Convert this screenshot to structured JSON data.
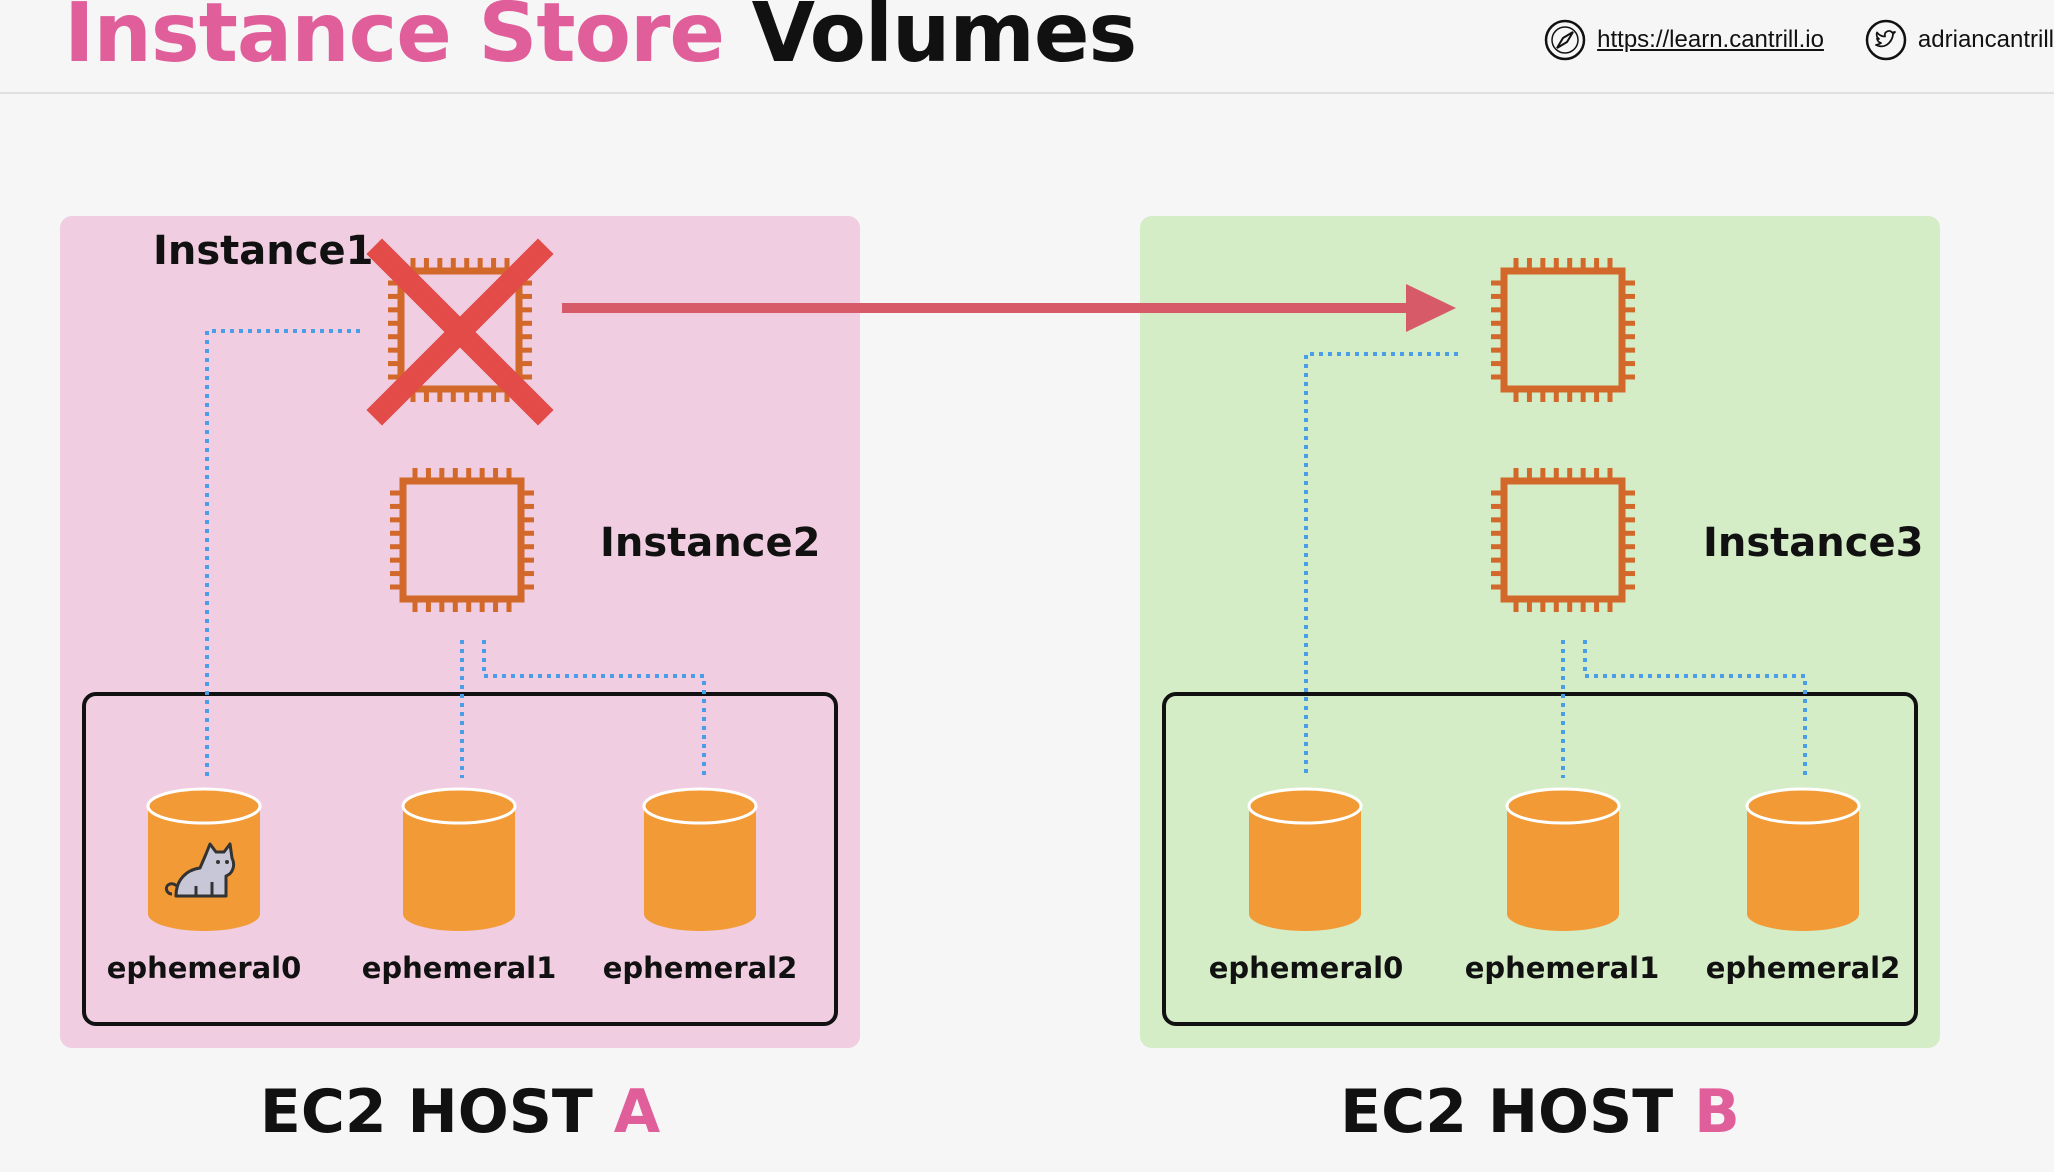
{
  "header": {
    "title_accent": "Instance Store",
    "title_rest": "Volumes",
    "website": "https://learn.cantrill.io",
    "twitter": "adriancantrill",
    "icons": [
      "compass-icon",
      "twitter-icon"
    ]
  },
  "hosts": [
    {
      "label_prefix": "EC2 HOST ",
      "label_letter": "A",
      "instances": [
        "Instance1",
        "Instance2"
      ],
      "volumes": [
        "ephemeral0",
        "ephemeral1",
        "ephemeral2"
      ]
    },
    {
      "label_prefix": "EC2 HOST ",
      "label_letter": "B",
      "instances": [
        "Instance3"
      ],
      "volumes": [
        "ephemeral0",
        "ephemeral1",
        "ephemeral2"
      ]
    }
  ],
  "colors": {
    "accent_pink": "#e05f9b",
    "host_a_bg": "#f0cde0",
    "host_b_bg": "#d4edc6",
    "chip": "#d2692a",
    "volume": "#f29a35",
    "connector": "#4a9ee8",
    "migration_arrow": "#d65a68",
    "failure_x": "#e34b48"
  }
}
